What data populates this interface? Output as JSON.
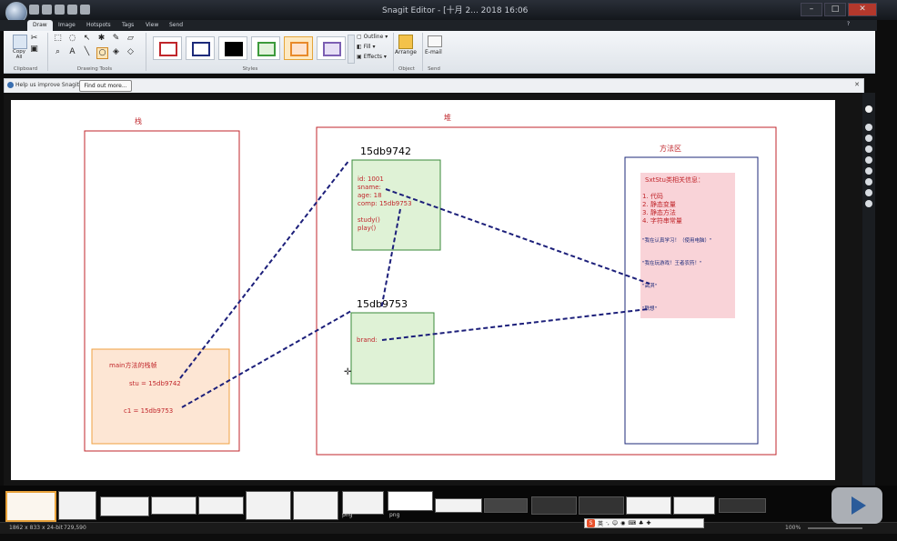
{
  "window": {
    "title": "Snagit Editor - [十月 2... 2018 16:06:55]"
  },
  "ribbon_tabs": [
    "Draw",
    "Image",
    "Hotspots",
    "Tags",
    "View",
    "Send"
  ],
  "active_tab": "Draw",
  "ribbon": {
    "copy_all": "Copy All",
    "groups": {
      "clipboard": "Clipboard",
      "drawing_tools": "Drawing Tools",
      "styles": "Styles",
      "object": "Object",
      "send": "Send"
    },
    "options": {
      "outline": "Outline",
      "fill": "Fill",
      "effects": "Effects"
    },
    "arrange": "Arrange",
    "email": "E-mail"
  },
  "style_swatches": [
    {
      "border": "#c0262b",
      "fill": "#ffffff"
    },
    {
      "border": "#1c2a7a",
      "fill": "#ffffff"
    },
    {
      "border": "#000000",
      "fill": "#000000"
    },
    {
      "border": "#3c9a3c",
      "fill": "#e2f2dc"
    },
    {
      "border": "#e88a2a",
      "fill": "#fde3cf"
    },
    {
      "border": "#7c5fb3",
      "fill": "#e6dff5"
    }
  ],
  "notification": {
    "text": "Help us improve Snagit",
    "button": "Find out more..."
  },
  "diagram": {
    "stack_label": "栈",
    "heap_label": "堆",
    "method_area_label": "方法区",
    "frame": {
      "title": "main方法的栈帧",
      "stu": "stu = 15db9742",
      "c1": "c1 = 15db9753"
    },
    "obj1": {
      "address": "15db9742",
      "lines": [
        "id: 1001",
        "sname:",
        "age: 18",
        "comp: 15db9753",
        "",
        "study()",
        "play()"
      ]
    },
    "obj2": {
      "address": "15db9753",
      "lines": [
        "brand:"
      ]
    },
    "class_info": {
      "title": "SxtStu类相关信息：",
      "items": [
        "1. 代码",
        "2. 静态变量",
        "3. 静态方法",
        "4. 字符串常量"
      ],
      "strings": [
        "\"我在认真学习！（使用电脑）\"",
        "\"我在玩游戏！王者农药！\"",
        "\"高淇\"",
        "\"联想\""
      ]
    },
    "colors": {
      "red": "#c0262b",
      "blue_line": "#1c1f7a",
      "green_fill": "#dff2d6",
      "green_border": "#3a8a3a",
      "orange_fill": "#fde6d4",
      "orange_border": "#f0a040",
      "pink_fill": "#f9d3d8",
      "navy": "#1c2a7a"
    }
  },
  "tray_labels": [
    "png",
    "png"
  ],
  "status": {
    "dimensions": "1862 x 833 x 24-bit",
    "position": "729,590",
    "zoom": "100%"
  },
  "ime": {
    "logo": "S",
    "mode": "英"
  }
}
